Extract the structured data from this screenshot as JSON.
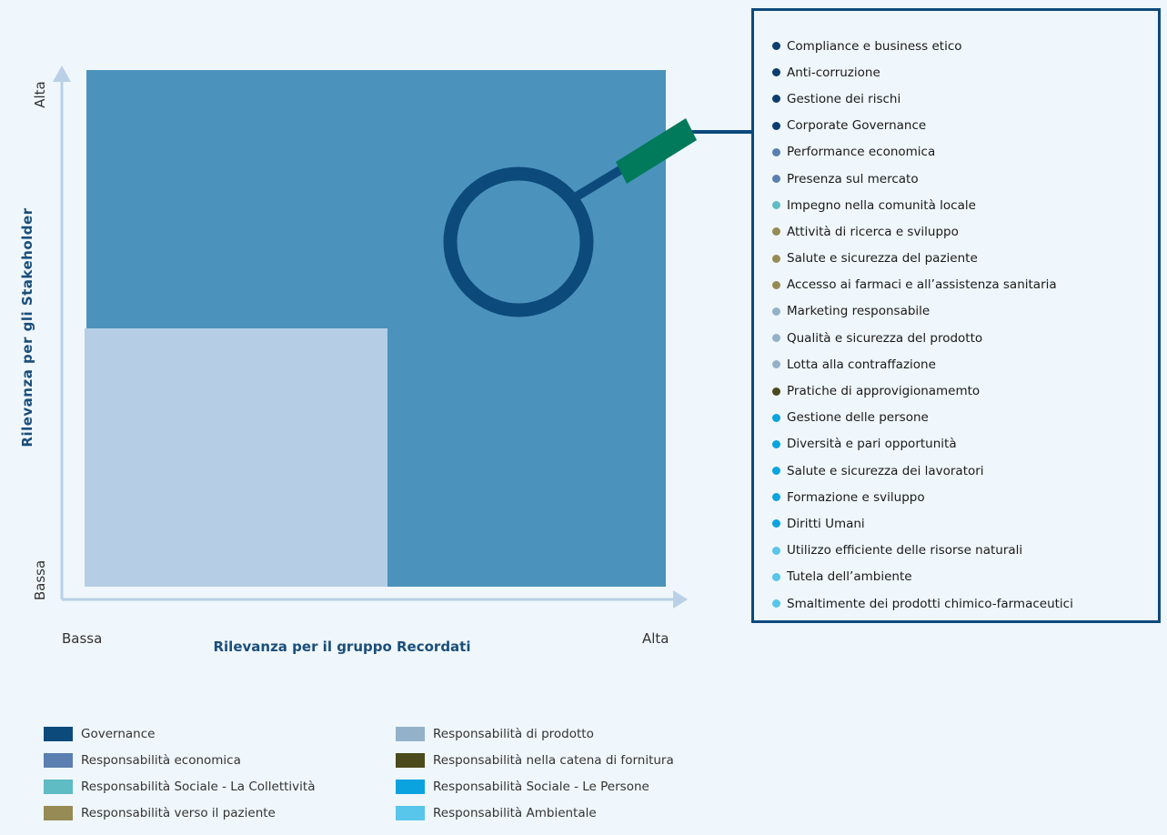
{
  "diagram": {
    "y_axis_label": "Rilevanza per gli  Stakeholder",
    "x_axis_label": "Rilevanza per il gruppo Recordati",
    "y_low": "Bassa",
    "y_high": "Alta",
    "x_low": "Bassa",
    "x_high": "Alta",
    "colors": {
      "high_quadrant": "#4b93bd",
      "low_quadrant": "#b5cde5",
      "axis": "#b9d0e6",
      "magnifier": "#0d4a7c",
      "magnifier_handle": "#007a5a",
      "box_border": "#0d4a7c"
    }
  },
  "topics": [
    {
      "label": "Compliance e business etico",
      "color": "#0d3d6e"
    },
    {
      "label": "Anti-corruzione",
      "color": "#0d3d6e"
    },
    {
      "label": "Gestione dei rischi",
      "color": "#0d3d6e"
    },
    {
      "label": "Corporate Governance",
      "color": "#0d3d6e"
    },
    {
      "label": "Performance economica",
      "color": "#5a7fb0"
    },
    {
      "label": "Presenza sul mercato",
      "color": "#5a7fb0"
    },
    {
      "label": "Impegno nella comunità locale",
      "color": "#5fbbc4"
    },
    {
      "label": "Attività di ricerca e sviluppo",
      "color": "#968a55"
    },
    {
      "label": "Salute e sicurezza del paziente",
      "color": "#968a55"
    },
    {
      "label": "Accesso ai farmaci e all’assistenza sanitaria",
      "color": "#968a55"
    },
    {
      "label": "Marketing responsabile",
      "color": "#93b2c9"
    },
    {
      "label": "Qualità e sicurezza del prodotto",
      "color": "#93b2c9"
    },
    {
      "label": "Lotta alla contraffazione",
      "color": "#93b2c9"
    },
    {
      "label": "Pratiche di approvigionamemto",
      "color": "#4a4a1c"
    },
    {
      "label": "Gestione delle persone",
      "color": "#0aa3df"
    },
    {
      "label": "Diversità e pari opportunità",
      "color": "#0aa3df"
    },
    {
      "label": "Salute e sicurezza dei lavoratori",
      "color": "#0aa3df"
    },
    {
      "label": "Formazione e sviluppo",
      "color": "#0aa3df"
    },
    {
      "label": "Diritti Umani",
      "color": "#0aa3df"
    },
    {
      "label": "Utilizzo efficiente delle risorse naturali",
      "color": "#58c5ea"
    },
    {
      "label": "Tutela dell’ambiente",
      "color": "#58c5ea"
    },
    {
      "label": "Smaltimente dei prodotti chimico-farmaceutici",
      "color": "#58c5ea"
    }
  ],
  "legend": {
    "left": [
      {
        "label": "Governance",
        "color": "#0d4a7c"
      },
      {
        "label": "Responsabilità economica",
        "color": "#5a7fb0"
      },
      {
        "label": "Responsabilità Sociale - La Collettività",
        "color": "#5fbbc4"
      },
      {
        "label": "Responsabilità verso il paziente",
        "color": "#968a55"
      }
    ],
    "right": [
      {
        "label": "Responsabilità di prodotto",
        "color": "#93b2c9"
      },
      {
        "label": "Responsabilità nella catena di fornitura",
        "color": "#4a4a1c"
      },
      {
        "label": "Responsabilità Sociale - Le Persone",
        "color": "#0aa3df"
      },
      {
        "label": "Responsabilità Ambientale",
        "color": "#58c5ea"
      }
    ]
  }
}
